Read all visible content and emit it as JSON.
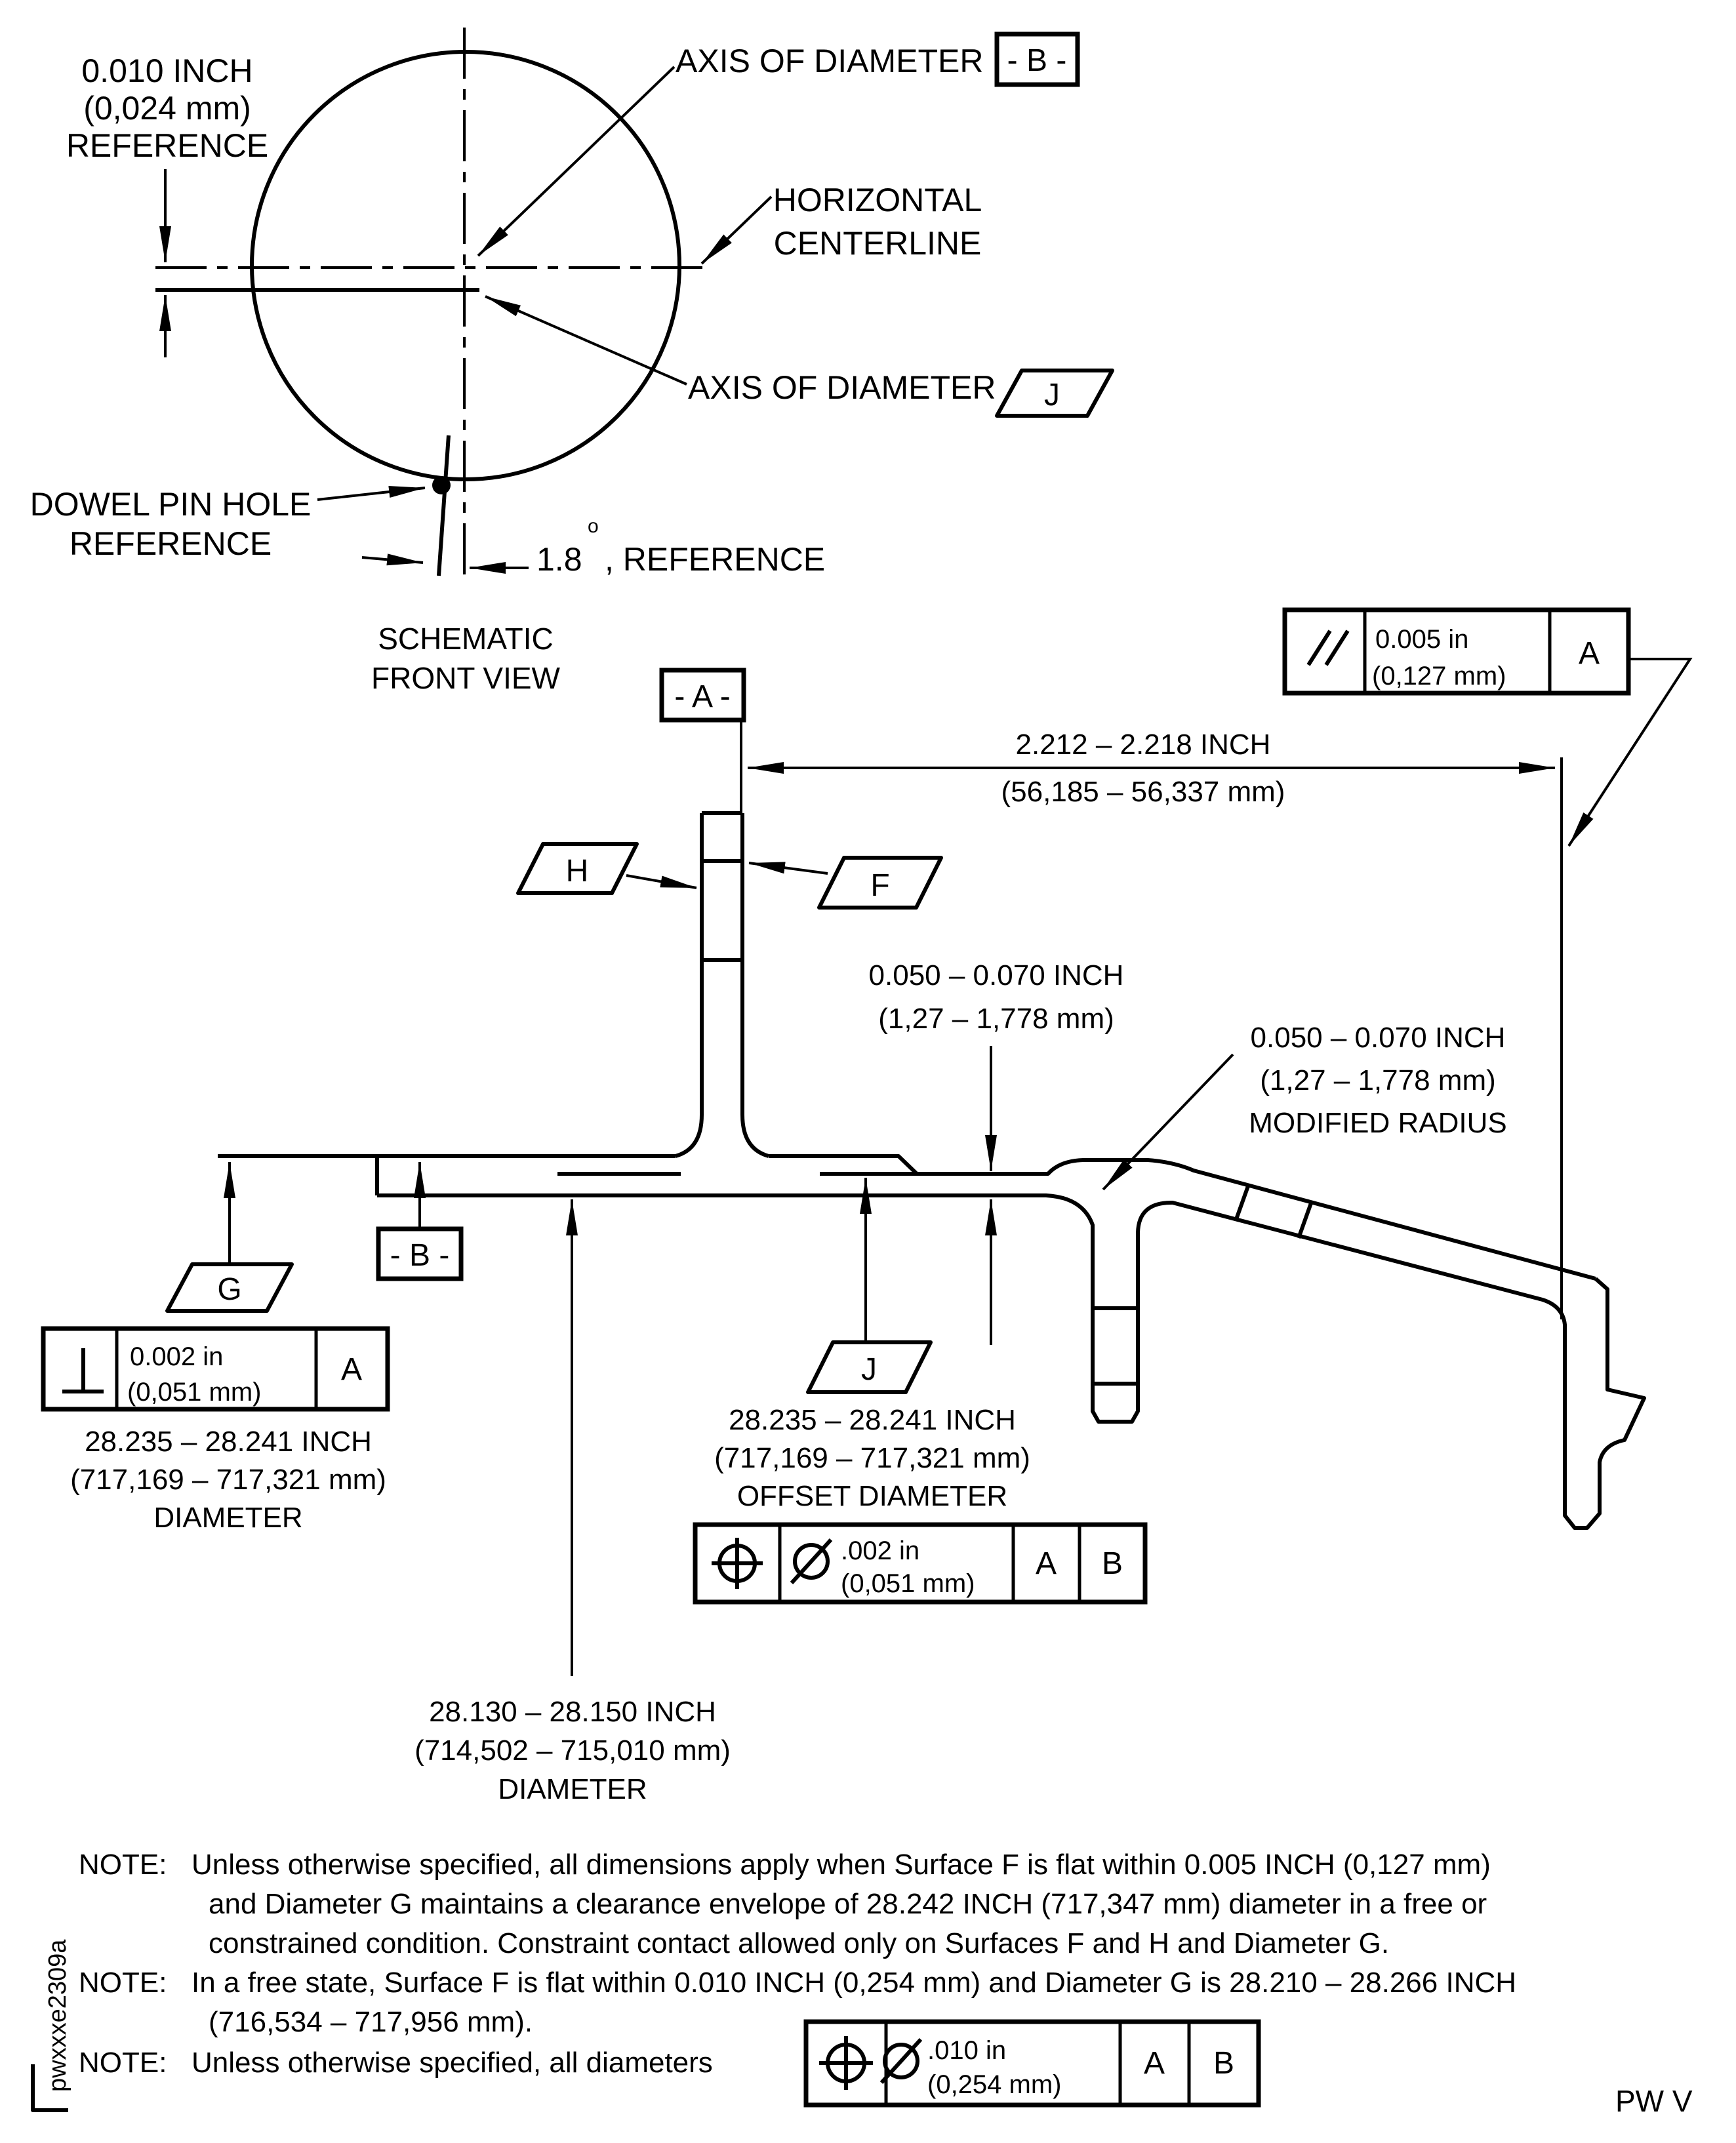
{
  "colors": {
    "ink": "#000000",
    "paper": "#ffffff"
  },
  "top_view": {
    "offset_ref": [
      "0.010 INCH",
      "(0,024 mm)",
      "REFERENCE"
    ],
    "axis_b_label": "AXIS OF DIAMETER",
    "datum_b_top": "- B -",
    "centerline_label": [
      "HORIZONTAL",
      "CENTERLINE"
    ],
    "axis_j_label": "AXIS OF DIAMETER",
    "flag_j_top": "J",
    "dowel_label": [
      "DOWEL PIN HOLE",
      "REFERENCE"
    ],
    "angle_value": "1.8",
    "angle_degree": "o",
    "angle_suffix": ", REFERENCE",
    "caption": [
      "SCHEMATIC",
      "FRONT VIEW"
    ]
  },
  "section": {
    "datum_a": "- A -",
    "width_dim": [
      "2.212 – 2.218 INCH",
      "(56,185 – 56,337 mm)"
    ],
    "parallelism": {
      "value": "0.005 in",
      "value_mm": "(0,127 mm)",
      "datum": "A"
    },
    "flag_h": "H",
    "flag_f": "F",
    "flag_g": "G",
    "datum_b": "- B -",
    "flag_j": "J",
    "web_dim": [
      "0.050 – 0.070 INCH",
      "(1,27 – 1,778 mm)"
    ],
    "radius_note": [
      "0.050 – 0.070 INCH",
      "(1,27 – 1,778 mm)",
      "MODIFIED RADIUS"
    ],
    "perpendicularity": {
      "value": "0.002 in",
      "value_mm": "(0,051 mm)",
      "datum": "A"
    },
    "dia_g": [
      "28.235 – 28.241 INCH",
      "(717,169 – 717,321 mm)",
      "DIAMETER"
    ],
    "dia_offset": [
      "28.235 – 28.241 INCH",
      "(717,169 – 717,321 mm)",
      "OFFSET DIAMETER"
    ],
    "position_offset": {
      "value": ".002 in",
      "value_mm": "(0,051 mm)",
      "datum1": "A",
      "datum2": "B"
    },
    "dia_bore": [
      "28.130 – 28.150 INCH",
      "(714,502 – 715,010 mm)",
      "DIAMETER"
    ]
  },
  "notes": {
    "label": "NOTE:",
    "note1": [
      "Unless otherwise specified, all dimensions apply when Surface F is flat within 0.005 INCH (0,127 mm)",
      "and Diameter G maintains a clearance envelope of 28.242 INCH (717,347 mm) diameter in a free or",
      "constrained condition. Constraint contact allowed only on Surfaces F and H and Diameter G."
    ],
    "note2": [
      "In a free state, Surface F is flat within 0.010 INCH (0,254 mm) and Diameter G is 28.210 – 28.266 INCH",
      "(716,534 – 717,956 mm)."
    ],
    "note3": "Unless otherwise specified, all diameters",
    "position_all": {
      "value": ".010 in",
      "value_mm": "(0,254 mm)",
      "datum1": "A",
      "datum2": "B"
    }
  },
  "footer": {
    "code": "pwxxxe2309a",
    "page": "PW V"
  }
}
